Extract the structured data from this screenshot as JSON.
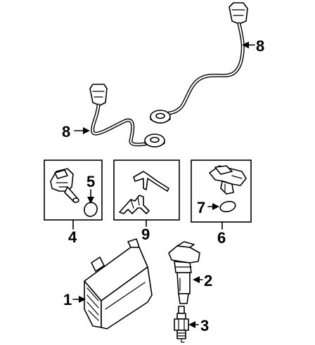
{
  "diagram": {
    "callouts": [
      {
        "id": "8a",
        "label": "8"
      },
      {
        "id": "8b",
        "label": "8"
      },
      {
        "id": "5",
        "label": "5"
      },
      {
        "id": "7",
        "label": "7"
      },
      {
        "id": "4",
        "label": "4"
      },
      {
        "id": "9",
        "label": "9"
      },
      {
        "id": "6",
        "label": "6"
      },
      {
        "id": "1",
        "label": "1"
      },
      {
        "id": "2",
        "label": "2"
      },
      {
        "id": "3",
        "label": "3"
      }
    ]
  }
}
